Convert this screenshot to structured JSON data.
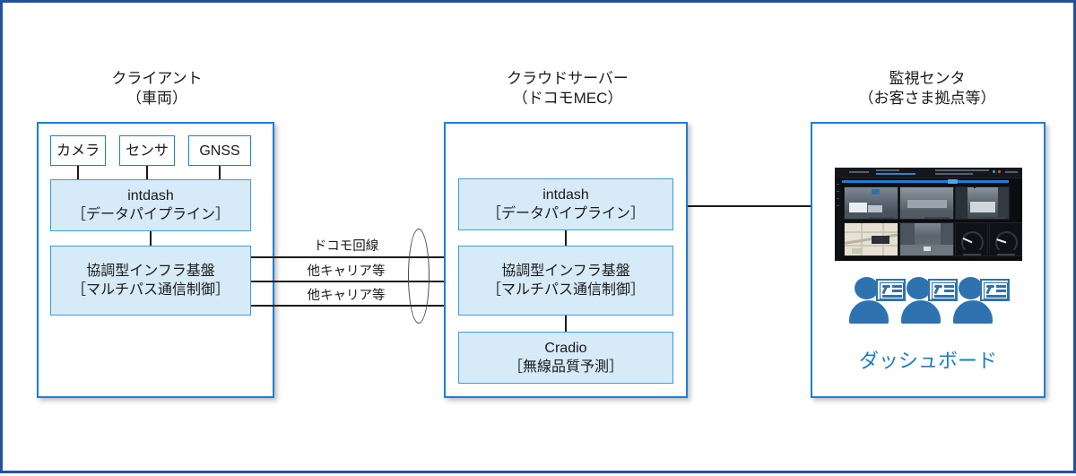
{
  "diagram": {
    "title": "Cooperative infrastructure architecture diagram",
    "colors": {
      "frame_border": "#24519D",
      "panel_border": "#1C7FD4",
      "block_fill": "#D6EAF8",
      "block_border": "#3C9BE0",
      "accent_text": "#1B7BC4",
      "person_blue": "#2E72B0",
      "line": "#1a1a1a"
    }
  },
  "client": {
    "title_line1": "クライアント",
    "title_line2": "（車両）",
    "sources": [
      {
        "label": "カメラ"
      },
      {
        "label": "センサ"
      },
      {
        "label": "GNSS"
      }
    ],
    "intdash": {
      "line1": "intdash",
      "line2": "［データパイプライン］"
    },
    "infra": {
      "line1": "協調型インフラ基盤",
      "line2": "［マルチパス通信制御］"
    }
  },
  "links": [
    {
      "label": "ドコモ回線"
    },
    {
      "label": "他キャリア等"
    },
    {
      "label": "他キャリア等"
    }
  ],
  "cloud": {
    "title_line1": "クラウドサーバー",
    "title_line2": "（ドコモMEC）",
    "intdash": {
      "line1": "intdash",
      "line2": "［データパイプライン］"
    },
    "infra": {
      "line1": "協調型インフラ基盤",
      "line2": "［マルチパス通信制御］"
    },
    "cradio": {
      "line1": "Cradio",
      "line2": "［無線品質予測］"
    }
  },
  "center": {
    "title_line1": "監視センタ",
    "title_line2": "（お客さま拠点等）",
    "dashboard_label": "ダッシュボード",
    "dashboard_panels": [
      {
        "name": "camera-feed-1"
      },
      {
        "name": "camera-feed-2"
      },
      {
        "name": "camera-feed-3"
      },
      {
        "name": "map-view"
      },
      {
        "name": "camera-feed-4"
      },
      {
        "name": "gauge-1"
      },
      {
        "name": "gauge-2"
      }
    ],
    "operators": [
      {
        "name": "operator-1"
      },
      {
        "name": "operator-2"
      },
      {
        "name": "operator-3"
      }
    ]
  }
}
